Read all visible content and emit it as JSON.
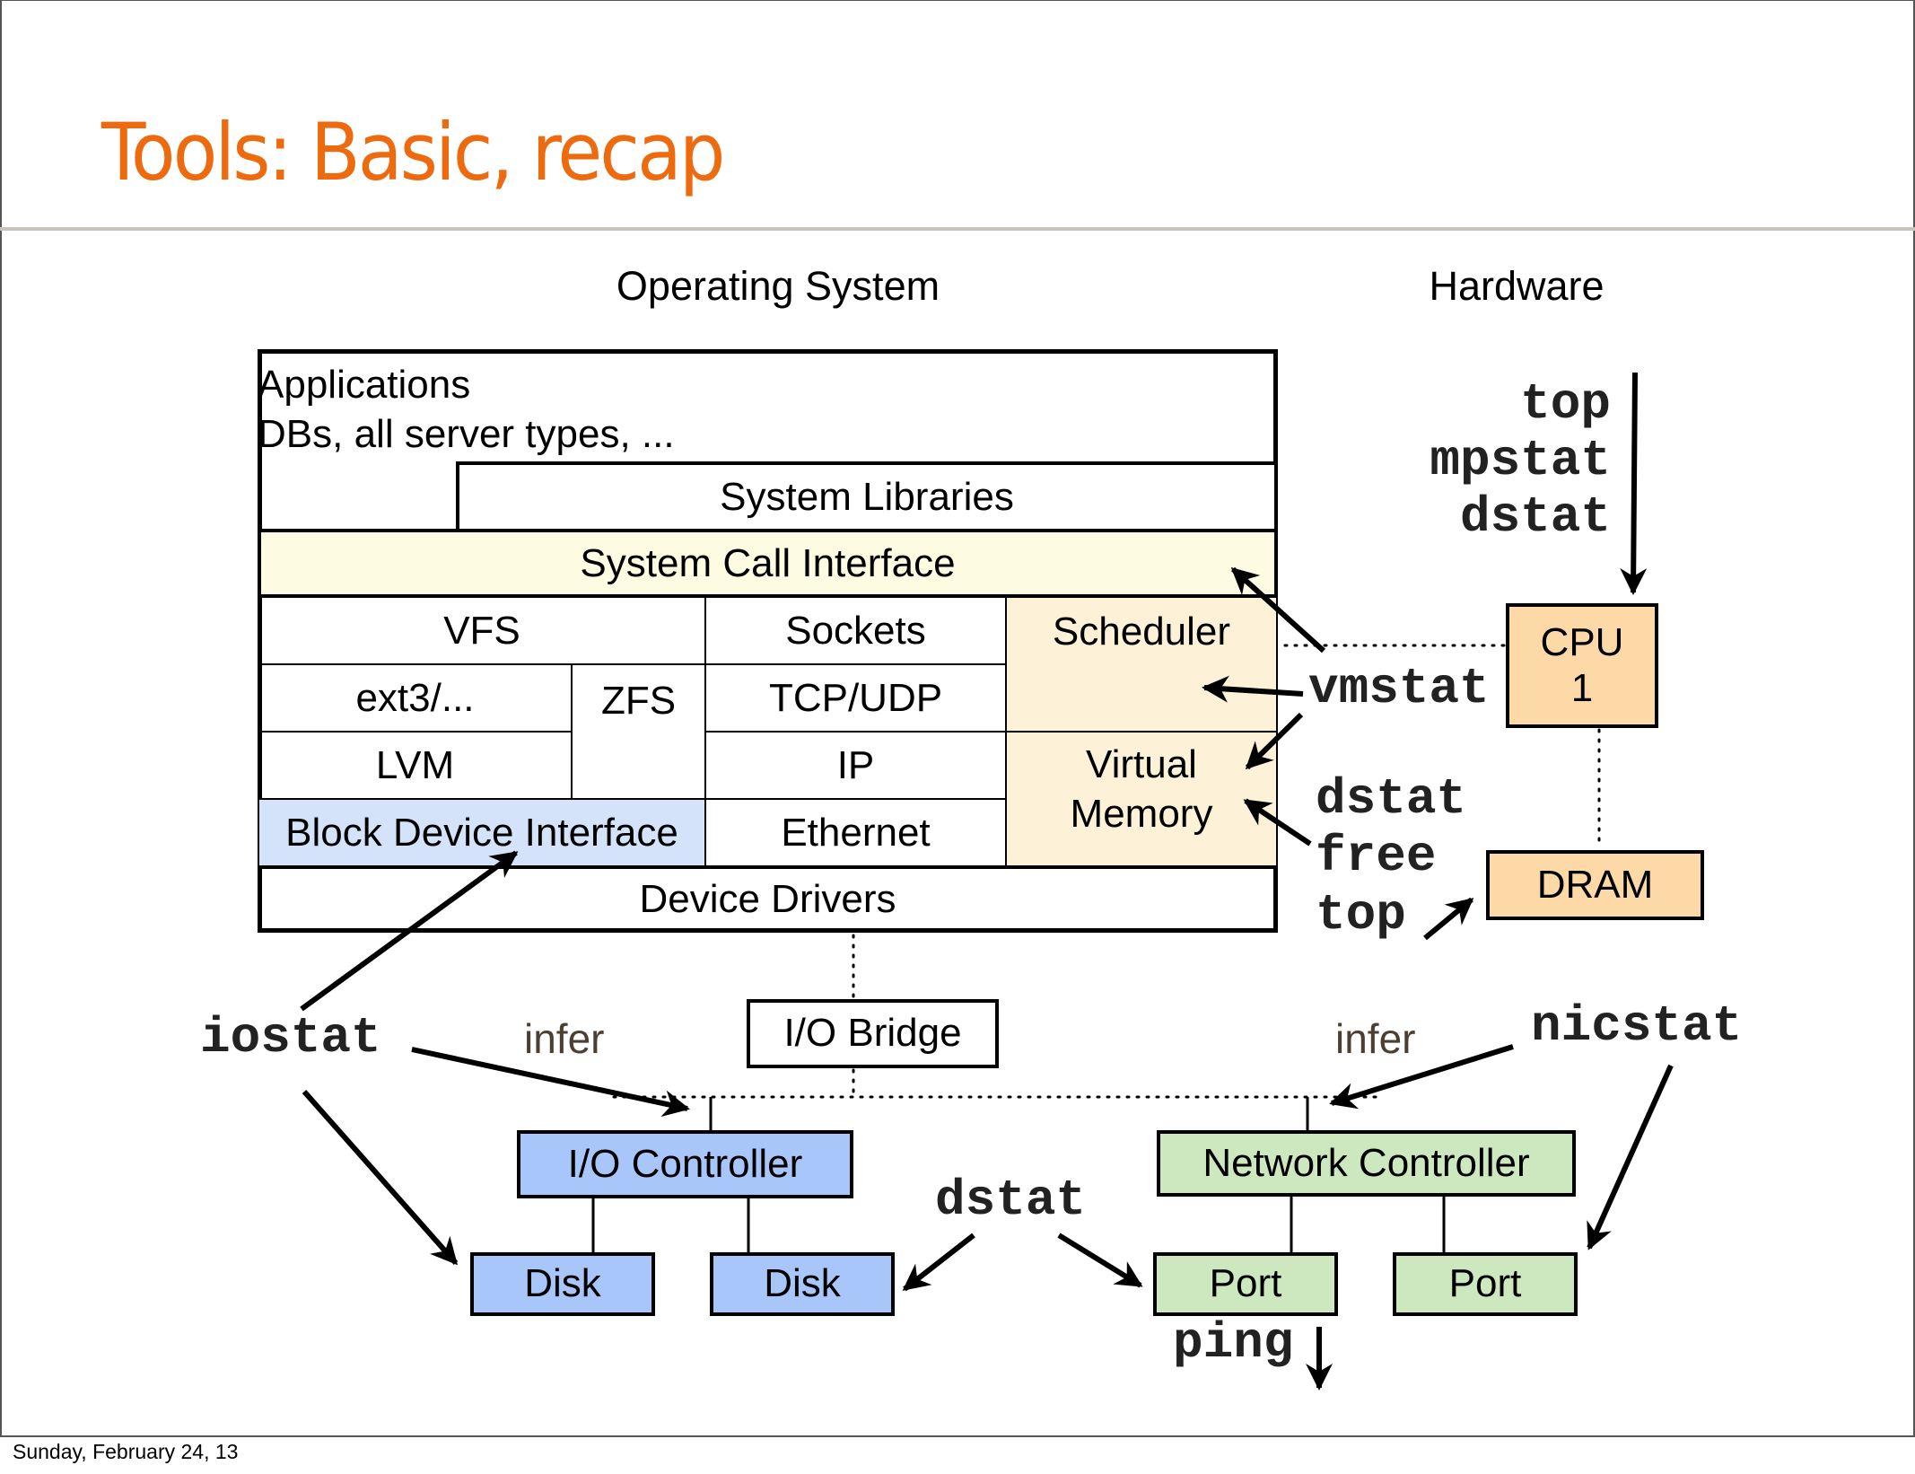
{
  "slide": {
    "title": "Tools: Basic, recap",
    "footer": "Sunday, February 24, 13"
  },
  "headings": {
    "os": "Operating System",
    "hardware": "Hardware"
  },
  "os_stack": {
    "applications_line1": "Applications",
    "applications_line2": "DBs, all server types, ...",
    "system_libraries": "System Libraries",
    "system_call_interface": "System Call Interface",
    "vfs": "VFS",
    "sockets": "Sockets",
    "scheduler": "Scheduler",
    "ext3": "ext3/...",
    "zfs": "ZFS",
    "tcp_udp": "TCP/UDP",
    "lvm": "LVM",
    "ip": "IP",
    "virtual_memory_line1": "Virtual",
    "virtual_memory_line2": "Memory",
    "block_device_interface": "Block Device Interface",
    "ethernet": "Ethernet",
    "device_drivers": "Device Drivers"
  },
  "hardware": {
    "cpu_line1": "CPU",
    "cpu_line2": "1",
    "dram": "DRAM",
    "io_bridge": "I/O Bridge",
    "io_controller": "I/O Controller",
    "disk_1": "Disk",
    "disk_2": "Disk",
    "network_controller": "Network Controller",
    "port_1": "Port",
    "port_2": "Port"
  },
  "tools": {
    "cpu_top": "top",
    "cpu_mpstat": "mpstat",
    "cpu_dstat": "dstat",
    "vmstat": "vmstat",
    "mem_dstat": "dstat",
    "mem_free": "free",
    "mem_top": "top",
    "iostat": "iostat",
    "nicstat": "nicstat",
    "io_dstat": "dstat",
    "ping": "ping",
    "infer_io": "infer",
    "infer_net": "infer"
  },
  "colors": {
    "title": "#ee6a0e",
    "syscall_fill": "#fefbe3",
    "kernel_fill": "#fdf1d8",
    "block_fill": "#d4e3fa",
    "cpu_dram_fill": "#fdd9a8",
    "io_fill": "#a8c6f9",
    "net_fill": "#cde8bf"
  }
}
